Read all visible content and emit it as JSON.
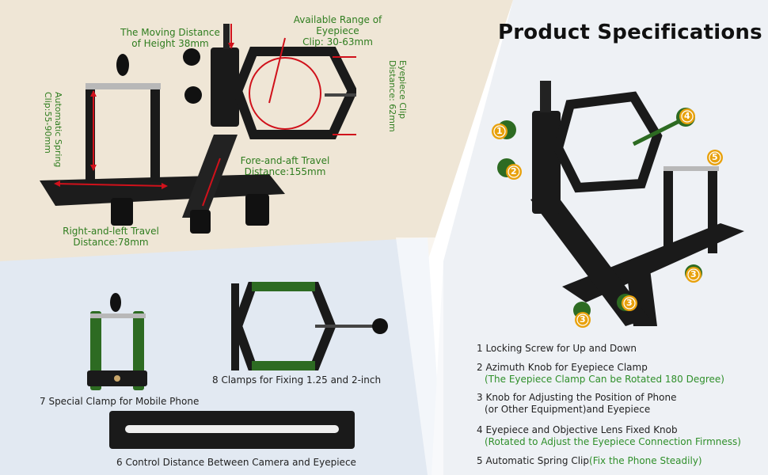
{
  "title": "Product Specifications",
  "colors": {
    "accent_green": "#2f7d1f",
    "callout_yellow": "#e8a10c",
    "arrow_red": "#d0111b",
    "panel_beige": "#efe6d6",
    "panel_blue": "#e4ebf3",
    "panel_gray": "#eceff4"
  },
  "labels": {
    "moving_height": [
      "The Moving Distance",
      "of Height 38mm"
    ],
    "eyepiece_range": [
      "Available Range of Eyepiece",
      "Clip: 30-63mm"
    ],
    "eyepiece_clip_distance": [
      "Eyepiece Clip",
      "Distance: 62mm"
    ],
    "spring_clip": [
      "Automatic Spring",
      "Clip:55-90mm"
    ],
    "fore_aft": [
      "Fore-and-aft Travel",
      "Distance:155mm"
    ],
    "right_left": [
      "Right-and-left Travel",
      "Distance:78mm"
    ]
  },
  "captions": {
    "phone_clamp": "7 Special Clamp for Mobile Phone",
    "clamps_fixing": "8 Clamps for Fixing 1.25 and 2-inch",
    "control_distance": "6 Control Distance Between Camera and Eyepiece"
  },
  "specs": [
    {
      "main": "1 Locking Screw for Up and Down",
      "sub": "",
      "note": ""
    },
    {
      "main": "2 Azimuth Knob for Eyepiece Clamp",
      "sub": "",
      "note": "(The Eyepiece Clamp Can be Rotated 180 Degree)"
    },
    {
      "main": "3 Knob for Adjusting the Position of Phone",
      "sub": "(or Other Equipment)and Eyepiece",
      "note": ""
    },
    {
      "main": "4 Eyepiece and Objective Lens Fixed Knob",
      "sub": "",
      "note": "(Rotated to Adjust the Eyepiece Connection Firmness)"
    },
    {
      "main": "5 Automatic Spring Clip",
      "sub": "",
      "note": "(Fix the Phone Steadily)"
    }
  ],
  "callouts": [
    "1",
    "2",
    "3",
    "4",
    "5"
  ]
}
